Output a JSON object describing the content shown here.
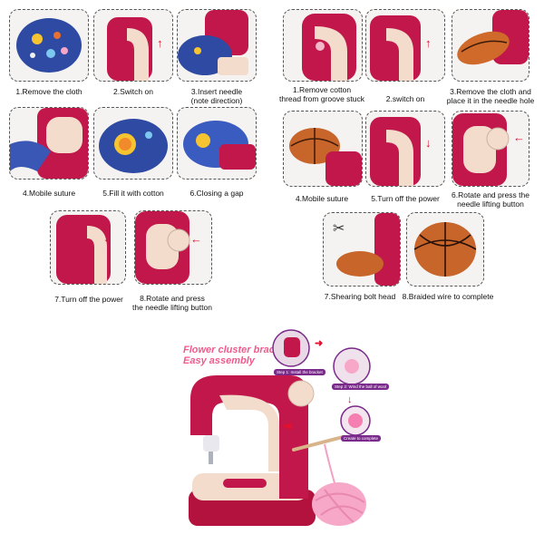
{
  "left_steps": [
    {
      "label": "1.Remove the cloth"
    },
    {
      "label": "2.Switch on"
    },
    {
      "label": "3.Insert needle\n(note direction)"
    },
    {
      "label": "4.Mobile suture"
    },
    {
      "label": "5.Fill it with cotton"
    },
    {
      "label": "6.Closing a gap"
    },
    {
      "label": "7.Turn off the power"
    },
    {
      "label": "8.Rotate and press\nthe needle lifting button"
    }
  ],
  "right_steps": [
    {
      "label": "1.Remove cotton\nthread from groove stuck"
    },
    {
      "label": "2.switch on"
    },
    {
      "label": "3.Remove the cloth and\nplace it in the needle hole"
    },
    {
      "label": "4.Mobile suture"
    },
    {
      "label": "5.Turn off the power"
    },
    {
      "label": "6.Rotate and press the\nneedle lifting button"
    },
    {
      "label": "7.Shearing bolt head"
    },
    {
      "label": "8.Braided wire to complete"
    }
  ],
  "hero": {
    "title_line1": "Flower cluster bracket",
    "title_line2": "Easy assembly",
    "mini_steps": [
      "Step 1: Install the bracket",
      "Step 2: Wind the ball of wool",
      "Create to complete"
    ]
  },
  "colors": {
    "machine": "#c2174a",
    "cream": "#f3dccc",
    "arrow": "#e0102f",
    "yarn": "#f7a8c8",
    "accent": "#7a2a8a"
  },
  "icons": [
    "sewing-machine-icon",
    "arrow-icon",
    "scissors-icon",
    "basketball-icon",
    "space-cloth-icon",
    "yarn-ball-icon"
  ]
}
